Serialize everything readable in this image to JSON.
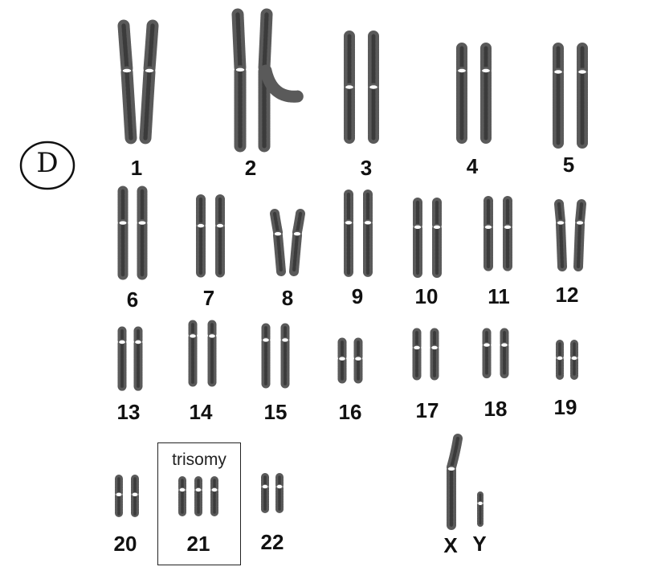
{
  "annotation": {
    "letter": "D"
  },
  "trisomy_label": "trisomy",
  "colors": {
    "ink": "#111111",
    "chromosome": "#5a5a5a",
    "background": "#ffffff"
  },
  "pairs": [
    {
      "id": "1",
      "label": "1",
      "count": 2,
      "relative_size": 1.0
    },
    {
      "id": "2",
      "label": "2",
      "count": 2,
      "relative_size": 1.0
    },
    {
      "id": "3",
      "label": "3",
      "count": 2,
      "relative_size": 0.85
    },
    {
      "id": "4",
      "label": "4",
      "count": 2,
      "relative_size": 0.8
    },
    {
      "id": "5",
      "label": "5",
      "count": 2,
      "relative_size": 0.8
    },
    {
      "id": "6",
      "label": "6",
      "count": 2,
      "relative_size": 0.75
    },
    {
      "id": "7",
      "label": "7",
      "count": 2,
      "relative_size": 0.7
    },
    {
      "id": "8",
      "label": "8",
      "count": 2,
      "relative_size": 0.6
    },
    {
      "id": "9",
      "label": "9",
      "count": 2,
      "relative_size": 0.75
    },
    {
      "id": "10",
      "label": "10",
      "count": 2,
      "relative_size": 0.7
    },
    {
      "id": "11",
      "label": "11",
      "count": 2,
      "relative_size": 0.7
    },
    {
      "id": "12",
      "label": "12",
      "count": 2,
      "relative_size": 0.65
    },
    {
      "id": "13",
      "label": "13",
      "count": 2,
      "relative_size": 0.55
    },
    {
      "id": "14",
      "label": "14",
      "count": 2,
      "relative_size": 0.55
    },
    {
      "id": "15",
      "label": "15",
      "count": 2,
      "relative_size": 0.55
    },
    {
      "id": "16",
      "label": "16",
      "count": 2,
      "relative_size": 0.4
    },
    {
      "id": "17",
      "label": "17",
      "count": 2,
      "relative_size": 0.45
    },
    {
      "id": "18",
      "label": "18",
      "count": 2,
      "relative_size": 0.42
    },
    {
      "id": "19",
      "label": "19",
      "count": 2,
      "relative_size": 0.3
    },
    {
      "id": "20",
      "label": "20",
      "count": 2,
      "relative_size": 0.3
    },
    {
      "id": "21",
      "label": "21",
      "count": 3,
      "relative_size": 0.28
    },
    {
      "id": "22",
      "label": "22",
      "count": 2,
      "relative_size": 0.3
    },
    {
      "id": "x",
      "label": "X",
      "count": 1,
      "relative_size": 0.75
    },
    {
      "id": "y",
      "label": "Y",
      "count": 1,
      "relative_size": 0.25
    }
  ]
}
